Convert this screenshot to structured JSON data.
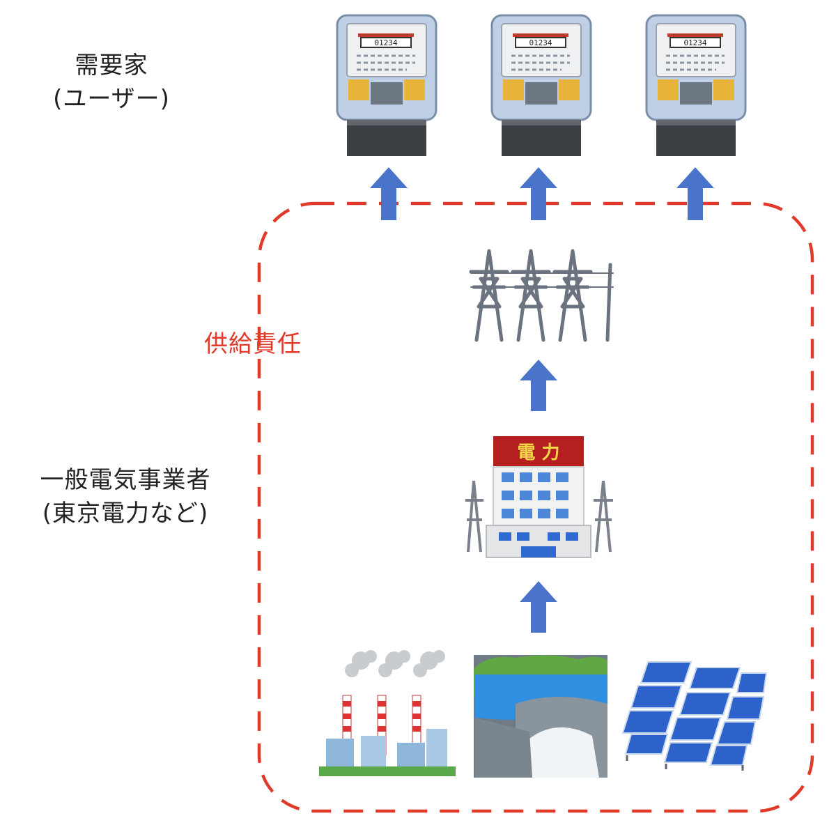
{
  "labels": {
    "consumer_line1": "需要家",
    "consumer_line2": "(ユーザー)",
    "utility_line1": "一般電気事業者",
    "utility_line2": "(東京電力など)",
    "responsibility": "供給責任"
  },
  "building_sign": "電 力",
  "meter_digits": "01234",
  "colors": {
    "dashed_boundary": "#e13a2a",
    "arrow": "#4a74c9",
    "responsibility_text": "#e13a2a"
  },
  "icons": [
    "electric-meter-icon",
    "transmission-tower-icon",
    "power-company-building-icon",
    "thermal-power-plant-icon",
    "hydro-dam-icon",
    "solar-panel-icon"
  ]
}
